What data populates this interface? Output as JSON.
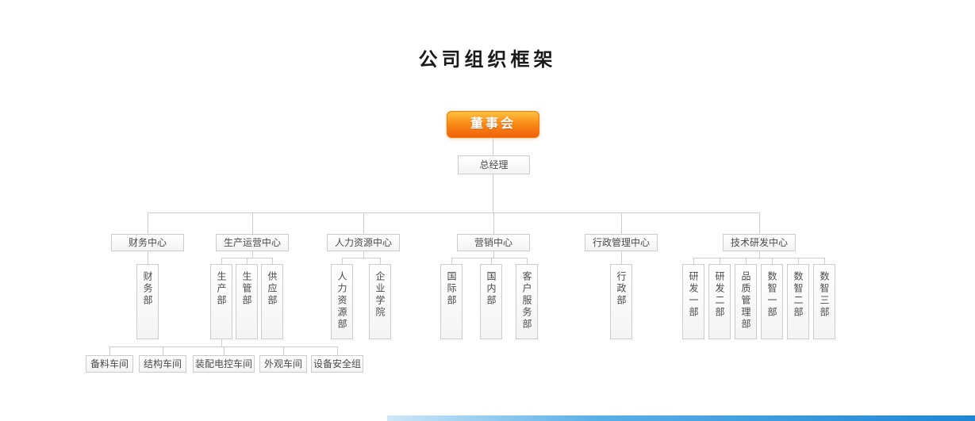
{
  "page": {
    "title": "公司组织框架"
  },
  "root": {
    "label": "董事会"
  },
  "gm": {
    "label": "总经理"
  },
  "centers": [
    {
      "label": "财务中心",
      "children": [
        {
          "label": "财务部"
        }
      ]
    },
    {
      "label": "生产运营中心",
      "children": [
        {
          "label": "生产部"
        },
        {
          "label": "生管部"
        },
        {
          "label": "供应部"
        }
      ]
    },
    {
      "label": "人力资源中心",
      "children": [
        {
          "label": "人力资源部"
        },
        {
          "label": "企业学院"
        }
      ]
    },
    {
      "label": "营销中心",
      "children": [
        {
          "label": "国际部"
        },
        {
          "label": "国内部"
        },
        {
          "label": "客户服务部"
        }
      ]
    },
    {
      "label": "行政管理中心",
      "children": [
        {
          "label": "行政部"
        }
      ]
    },
    {
      "label": "技术研发中心",
      "children": [
        {
          "label": "研发一部"
        },
        {
          "label": "研发二部"
        },
        {
          "label": "品质管理部"
        },
        {
          "label": "数智一部"
        },
        {
          "label": "数智二部"
        },
        {
          "label": "数智三部"
        }
      ]
    }
  ],
  "workshops": [
    "备料车间",
    "结构车间",
    "装配电控车间",
    "外观车间",
    "设备安全组"
  ],
  "colors": {
    "accent_top": "#fdc140",
    "accent_bottom": "#f1600a",
    "line": "#cccccc",
    "box_border": "#cccccc",
    "footer_blue": "#1e86d4"
  }
}
